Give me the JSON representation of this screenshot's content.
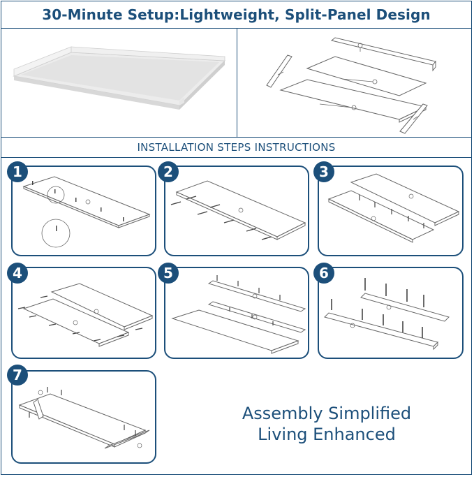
{
  "header": {
    "title": "30-Minute Setup:Lightweight, Split-Panel Design"
  },
  "section": {
    "title": "INSTALLATION STEPS INSTRUCTIONS"
  },
  "steps": [
    {
      "number": "1"
    },
    {
      "number": "2"
    },
    {
      "number": "3"
    },
    {
      "number": "4"
    },
    {
      "number": "5"
    },
    {
      "number": "6"
    },
    {
      "number": "7"
    }
  ],
  "tagline": {
    "line1": "Assembly Simplified",
    "line2": "Living Enhanced"
  },
  "colors": {
    "brand": "#1c4f7a",
    "panel": "#e9e9e9",
    "line": "#666666"
  }
}
